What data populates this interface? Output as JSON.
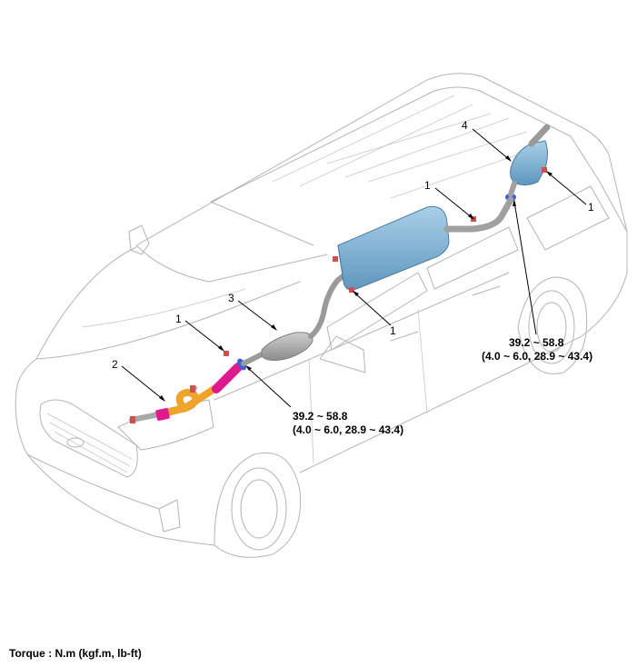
{
  "callouts": {
    "c1_left": "1",
    "c2": "2",
    "c3": "3",
    "c1_mid_top": "1",
    "c1_mid_bottom": "1",
    "c4": "4",
    "c1_right": "1"
  },
  "torque_front": {
    "value": "39.2 ~ 58.8",
    "conversion": "(4.0 ~ 6.0, 28.9 ~ 43.4)"
  },
  "torque_rear": {
    "value": "39.2 ~ 58.8",
    "conversion": "(4.0 ~ 6.0, 28.9 ~ 43.4)"
  },
  "footer": {
    "torque_units": "Torque : N.m (kgf.m, lb-ft)"
  },
  "colors": {
    "muffler": "#7fb3d6",
    "converter": "#a6a6a6",
    "flex_pipe": "#e0198f",
    "front_pipe": "#f0a32a",
    "gasket": "#3b5fd6",
    "hanger": "#d05050"
  }
}
